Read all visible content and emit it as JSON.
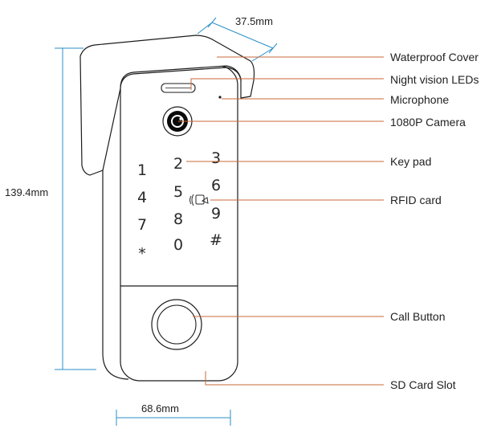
{
  "dimensions": {
    "depth": "37.5mm",
    "height": "139.4mm",
    "width": "68.6mm"
  },
  "callouts": [
    "Waterproof Cover",
    "Night vision LEDs",
    "Microphone",
    "1080P Camera",
    "Key pad",
    "RFID card",
    "Call Button",
    "SD Card Slot"
  ],
  "keypad": [
    "1",
    "2",
    "3",
    "4",
    "5",
    "6",
    "7",
    "8",
    "9",
    "*",
    "0",
    "#"
  ],
  "colors": {
    "outline": "#1c1c1c",
    "dimension_line": "#2a8fc9",
    "leader_line": "#c8683a"
  },
  "icons": [
    "rfid-icon"
  ]
}
